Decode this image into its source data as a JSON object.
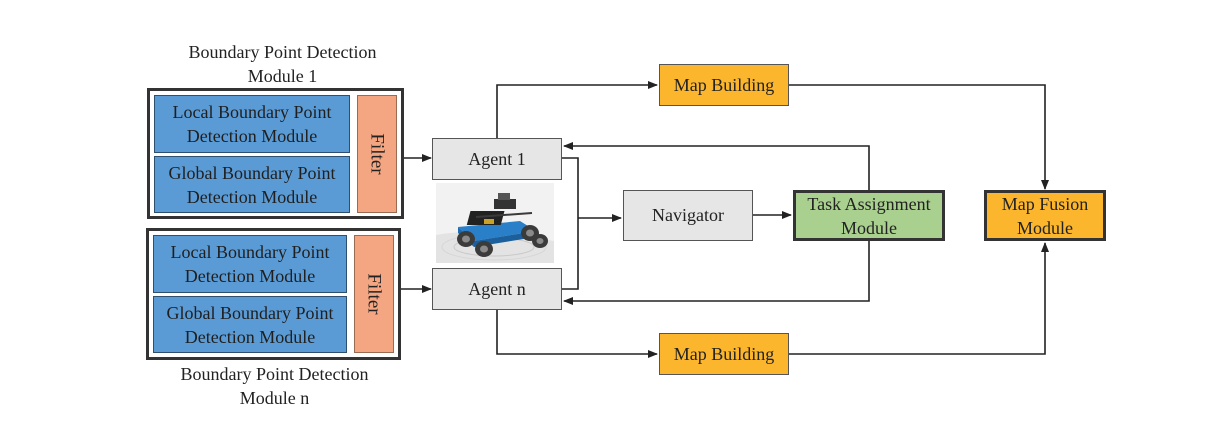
{
  "module_1": {
    "caption_line1": "Boundary Point Detection",
    "caption_line2": "Module 1",
    "local_line1": "Local Boundary Point",
    "local_line2": "Detection Module",
    "global_line1": "Global Boundary Point",
    "global_line2": "Detection Module",
    "filter": "Filter"
  },
  "module_n": {
    "caption_line1": "Boundary Point Detection",
    "caption_line2": "Module n",
    "local_line1": "Local Boundary Point",
    "local_line2": "Detection Module",
    "global_line1": "Global Boundary Point",
    "global_line2": "Detection Module",
    "filter": "Filter"
  },
  "agents": {
    "agent_1": "Agent 1",
    "agent_n": "Agent n"
  },
  "map_building_top": "Map Building",
  "map_building_bottom": "Map Building",
  "navigator": "Navigator",
  "task_assignment": {
    "line1": "Task Assignment",
    "line2": "Module"
  },
  "map_fusion": {
    "line1": "Map Fusion",
    "line2": "Module"
  },
  "colors": {
    "detection_blue": "#5b9bd5",
    "filter_salmon": "#f4a582",
    "agent_gray": "#e6e6e6",
    "map_orange": "#fbb62d",
    "task_green": "#a9d08e"
  }
}
